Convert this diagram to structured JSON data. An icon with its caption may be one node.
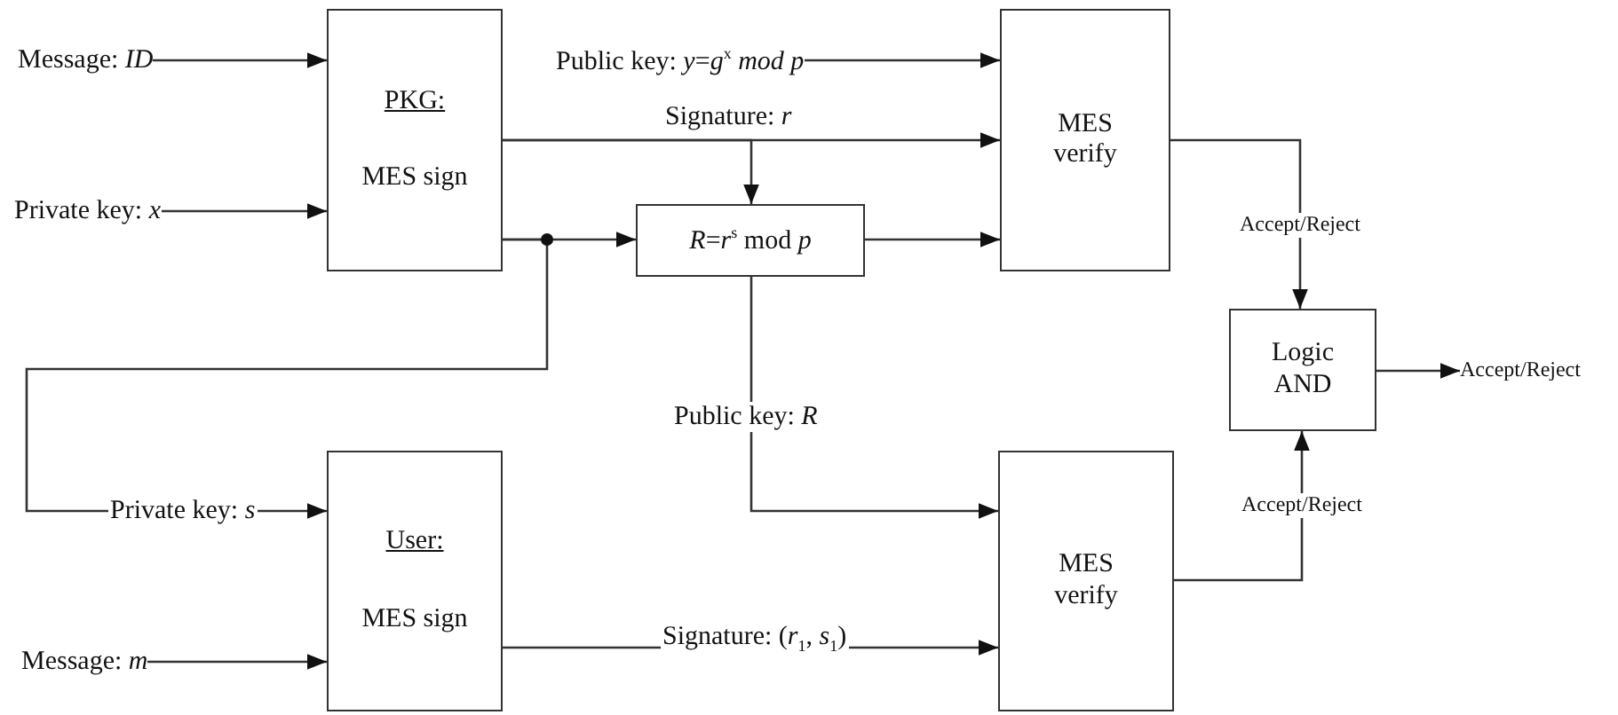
{
  "diagram": {
    "nodes": [
      {
        "text": [
          "Message: *ID*"
        ]
      },
      {
        "text": [
          "PKG:",
          "MES sign"
        ]
      },
      {
        "text": [
          "Public key: *y*=*g*$^{x}$ *mod p*"
        ]
      },
      {
        "text": [
          "MES verify"
        ]
      },
      {
        "text": [
          "Private key: *x*"
        ]
      },
      {
        "text": [
          "*R*=*r*$^{s}$ mod *p*"
        ]
      },
      {
        "text": [
          "Logic AND"
        ]
      },
      {
        "text": [
          "Accept/Reject"
        ]
      },
      {
        "text": [
          "User:",
          "MES sign"
        ]
      },
      {
        "text": [
          "MES verify"
        ]
      },
      {
        "text": [
          "Message: *m*"
        ]
      }
    ],
    "edges": [
      {
        "from": 0,
        "to": 1,
        "arrow": "to"
      },
      {
        "from": 4,
        "to": 1,
        "arrow": "to"
      },
      {
        "from": 2,
        "to": 3,
        "arrow": "to"
      },
      {
        "from": 1,
        "to": 3,
        "arrow": "to",
        "label": "Signature: *r*"
      },
      {
        "from": 1,
        "to": 5,
        "arrow": "to"
      },
      {
        "from": 1,
        "to": 5,
        "arrow": "to"
      },
      {
        "from": 5,
        "to": 3,
        "arrow": "to"
      },
      {
        "from": 1,
        "to": 8,
        "arrow": "to",
        "label": "Private key: *s*"
      },
      {
        "from": 5,
        "to": 9,
        "arrow": "to",
        "label": "Public key: *R*"
      },
      {
        "from": 3,
        "to": 6,
        "arrow": "to",
        "label": "Accept/Reject"
      },
      {
        "from": 10,
        "to": 8,
        "arrow": "to"
      },
      {
        "from": 8,
        "to": 9,
        "arrow": "to",
        "label": "Signature: (*r*$_{1}$, *s*$_{1}$)"
      },
      {
        "from": 9,
        "to": 6,
        "arrow": "to",
        "label": "Accept/Reject"
      },
      {
        "from": 6,
        "to": 7,
        "arrow": "to"
      }
    ]
  }
}
